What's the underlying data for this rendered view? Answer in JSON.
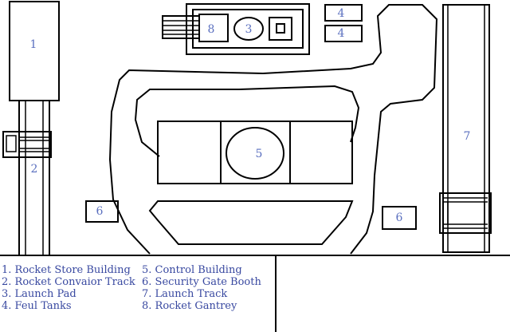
{
  "labels": {
    "rocket_store_building": "1",
    "conveyor_track": "2",
    "launch_pad": "3",
    "fuel_tank_a": "4",
    "fuel_tank_b": "4",
    "control_building": "5",
    "security_booth_left": "6",
    "security_booth_right": "6",
    "launch_track": "7",
    "rocket_gantry": "8"
  },
  "legend": {
    "col1": [
      "1. Rocket Store Building",
      "2. Rocket Convaior Track",
      "3. Launch Pad",
      "4. Feul Tanks"
    ],
    "col2": [
      "5. Control Building",
      "6. Security Gate Booth",
      "7. Launch Track",
      "8. Rocket Gantrey"
    ]
  },
  "colors": {
    "line": "#000000",
    "label": "#5a6fbf",
    "legend_text": "#3848a0",
    "background": "#ffffff"
  }
}
